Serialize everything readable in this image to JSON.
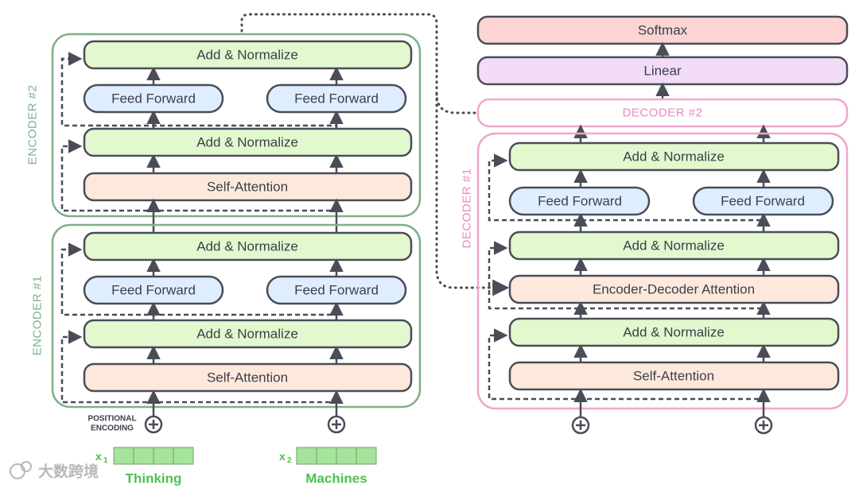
{
  "encoders": {
    "top": {
      "label": "ENCODER #2",
      "add_norm_top": "Add & Normalize",
      "ffn_left": "Feed Forward",
      "ffn_right": "Feed Forward",
      "add_norm_bottom": "Add & Normalize",
      "self_attention": "Self-Attention"
    },
    "bottom": {
      "label": "ENCODER #1",
      "add_norm_top": "Add & Normalize",
      "ffn_left": "Feed Forward",
      "ffn_right": "Feed Forward",
      "add_norm_bottom": "Add & Normalize",
      "self_attention": "Self-Attention"
    }
  },
  "decoders": {
    "top": {
      "label": "DECODER #2"
    },
    "bottom": {
      "label": "DECODER #1",
      "add_norm_top": "Add & Normalize",
      "ffn_left": "Feed Forward",
      "ffn_right": "Feed Forward",
      "add_norm_mid": "Add & Normalize",
      "enc_dec_attention": "Encoder-Decoder Attention",
      "add_norm_bottom": "Add & Normalize",
      "self_attention": "Self-Attention"
    }
  },
  "output": {
    "linear": "Linear",
    "softmax": "Softmax"
  },
  "inputs": {
    "positional_label_line1": "POSITIONAL",
    "positional_label_line2": "ENCODING",
    "x1_symbol": "x",
    "x1_sub": "1",
    "x1_word": "Thinking",
    "x2_symbol": "x",
    "x2_sub": "2",
    "x2_word": "Machines"
  },
  "watermark": "大数跨境",
  "colors": {
    "green_layer": "#e2f8cf",
    "blue_layer": "#dfeefe",
    "peach_layer": "#fde9db",
    "pink_layer": "#fdd4d4",
    "purple_layer": "#f2dcf7",
    "encoder_border": "#7fb08a",
    "decoder_border": "#f0a6cd",
    "stroke": "#4a4d57",
    "input_word": "#4cc24c"
  }
}
